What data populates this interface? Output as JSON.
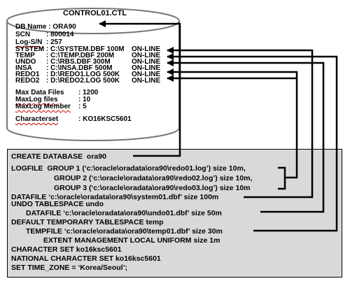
{
  "control_file": {
    "title": "CONTROL01.CTL",
    "db_name": {
      "label": "DB Name",
      "value": "ORA90"
    },
    "scn": {
      "label": "SCN",
      "value": "800014"
    },
    "log_sn": {
      "label": "Log-S/N",
      "value": "257"
    },
    "files": [
      {
        "label": "SYSTEM",
        "path": "C:\\SYSTEM.DBF 100M",
        "status": "ON-LINE"
      },
      {
        "label": "TEMP",
        "path": "C:\\TEMP.DBF 200M",
        "status": "ON-LINE"
      },
      {
        "label": "UNDO",
        "path": "C:\\RBS.DBF 300M",
        "status": "ON-LINE"
      },
      {
        "label": "INSA",
        "path": "C:\\INSA.DBF 500M",
        "status": "ON-LINE"
      },
      {
        "label": "REDO1",
        "path": "D:\\REDO1.LOG 500K",
        "status": "ON-LINE"
      },
      {
        "label": "REDO2",
        "path": "D:\\REDO2.LOG 500K",
        "status": "ON-LINE"
      }
    ],
    "max_data_files": {
      "label": "Max Data Files",
      "value": "1200"
    },
    "maxlog_files": {
      "label": "MaxLog files",
      "value": "10"
    },
    "maxlog_member": {
      "label": "MaxLog Member",
      "value": "5"
    },
    "characterset": {
      "label": "Characterset",
      "value": "KO16KSC5601"
    }
  },
  "sql": {
    "create_database": "CREATE DATABASE  ora90",
    "logfile_1": "LOGFILE  GROUP 1 (‘c:\\oracle\\oradata\\ora90\\redo01.log’) size 10m,",
    "logfile_2": "GROUP 2 (‘c:\\oracle\\oradata\\ora90\\redo02.log’) size 10m,",
    "logfile_3": "GROUP 3 (‘c:\\oracle\\oradata\\ora90\\redo03.log’) size 10m",
    "datafile": "DATAFILE ‘c:\\oracle\\oradata\\ora90\\system01.dbf’ size 100m",
    "undo_tablespace": "UNDO TABLESPACE undo",
    "undo_datafile": "DATAFILE ‘c:\\oracle\\oradata\\ora90\\undo01.dbf’ size 50m",
    "default_temp": "DEFAULT TEMPORARY TABLESPACE temp",
    "tempfile": "TEMPFILE ‘c:\\oracle\\oradata\\ora90\\temp01.dbf’ size 30m",
    "extent": "EXTENT MANAGEMENT LOCAL UNIFORM size 1m",
    "character_set": "CHARACTER SET ko16ksc5601",
    "national_character_set": "NATIONAL CHARACTER SET ko16ksc5601",
    "time_zone": "SET TIME_ZONE = ‘Korea/Seoul’;"
  }
}
